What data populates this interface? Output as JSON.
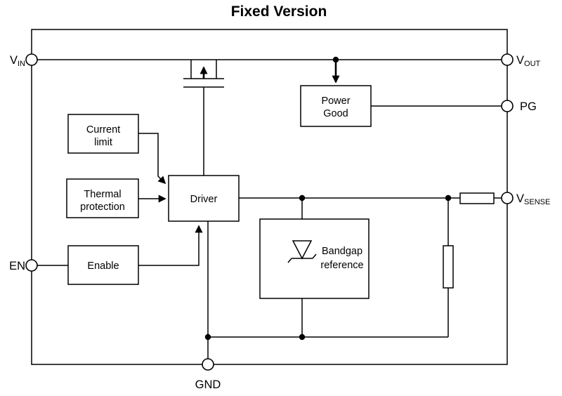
{
  "title": "Fixed Version",
  "pins": {
    "vin": {
      "base": "V",
      "sub": "IN"
    },
    "vout": {
      "base": "V",
      "sub": "OUT"
    },
    "pg": {
      "label": "PG"
    },
    "vsense": {
      "base": "V",
      "sub": "SENSE"
    },
    "en": {
      "label": "EN"
    },
    "gnd": {
      "label": "GND"
    }
  },
  "blocks": {
    "current_limit": {
      "line1": "Current",
      "line2": "limit"
    },
    "thermal_protection": {
      "line1": "Thermal",
      "line2": "protection"
    },
    "enable": {
      "label": "Enable"
    },
    "driver": {
      "label": "Driver"
    },
    "power_good": {
      "line1": "Power",
      "line2": "Good"
    },
    "bandgap_reference": {
      "line1": "Bandgap",
      "line2": "reference"
    }
  },
  "symbols": {
    "pass_transistor": "pmos-pass-transistor-icon",
    "zener_diode": "zener-diode-icon",
    "feedback_resistor": "resistor-icon",
    "sense_resistor": "resistor-icon"
  },
  "colors": {
    "line": "#000000",
    "background": "#ffffff",
    "text": "#000000"
  }
}
